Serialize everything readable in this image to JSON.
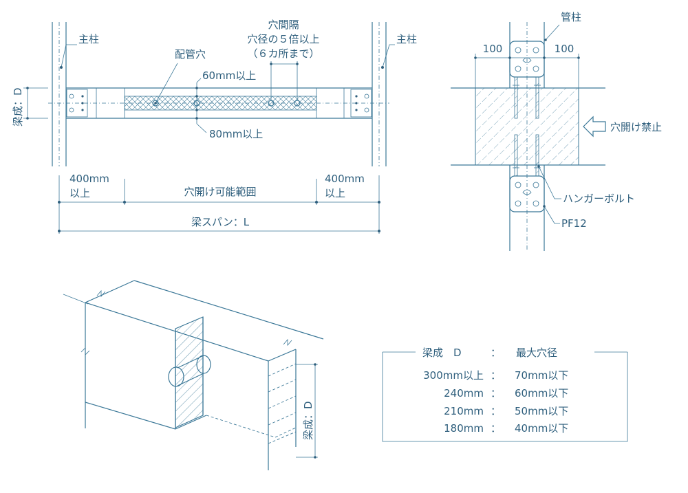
{
  "beam_elevation": {
    "main_column_left": "主柱",
    "main_column_right": "主柱",
    "pipe_hole": "配管穴",
    "hole_spacing_title": "穴間隔",
    "hole_spacing_rule": "穴径の５倍以上",
    "hole_spacing_limit": "（６カ所まで）",
    "top_clearance": "60mm以上",
    "bottom_clearance": "80mm以上",
    "beam_depth": "梁成：D",
    "left_end_value": "400mm",
    "left_end_suffix": "以上",
    "right_end_value": "400mm",
    "right_end_suffix": "以上",
    "drillable_zone": "穴開け可能範囲",
    "beam_span": "梁スパン：L"
  },
  "hanger_detail": {
    "pipe_column": "管柱",
    "left_dim": "100",
    "right_dim": "100",
    "no_drilling": "穴開け禁止",
    "hanger_bolt": "ハンガーボルト",
    "plate": "PF12"
  },
  "iso_view": {
    "beam_depth": "梁成：D"
  },
  "hole_table": {
    "header_depth": "梁成　D",
    "header_sep": "：",
    "header_max": "最大穴径",
    "rows": [
      {
        "depth": "300mm以上",
        "sep": "：",
        "max": "70mm以下"
      },
      {
        "depth": "240mm",
        "sep": "：",
        "max": "60mm以下"
      },
      {
        "depth": "210mm",
        "sep": "：",
        "max": "50mm以下"
      },
      {
        "depth": "180mm",
        "sep": "：",
        "max": "40mm以下"
      }
    ]
  }
}
